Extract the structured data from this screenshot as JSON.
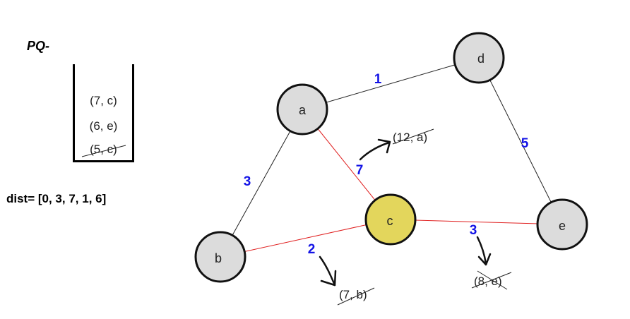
{
  "pq": {
    "title": "PQ-",
    "items": [
      {
        "text": "(7, c)",
        "crossed": false
      },
      {
        "text": "(6, e)",
        "crossed": false
      },
      {
        "text": "(5, c)",
        "crossed": true
      }
    ]
  },
  "dist_text": "dist= [0, 3, 7, 1, 6]",
  "colors": {
    "edge": "#222222",
    "relaxed_edge": "#e02020",
    "weight": "#1414e6",
    "node_fill": "#dcdcdc",
    "current_node_fill": "#e3d65c"
  },
  "graph": {
    "nodes": [
      {
        "id": "a",
        "label": "a",
        "current": false
      },
      {
        "id": "b",
        "label": "b",
        "current": false
      },
      {
        "id": "c",
        "label": "c",
        "current": true
      },
      {
        "id": "d",
        "label": "d",
        "current": false
      },
      {
        "id": "e",
        "label": "e",
        "current": false
      }
    ],
    "edges": [
      {
        "from": "a",
        "to": "d",
        "weight": "1",
        "relaxed": false
      },
      {
        "from": "d",
        "to": "e",
        "weight": "5",
        "relaxed": false
      },
      {
        "from": "a",
        "to": "b",
        "weight": "3",
        "relaxed": false
      },
      {
        "from": "a",
        "to": "c",
        "weight": "7",
        "relaxed": true
      },
      {
        "from": "b",
        "to": "c",
        "weight": "2",
        "relaxed": true
      },
      {
        "from": "c",
        "to": "e",
        "weight": "3",
        "relaxed": true
      }
    ],
    "annotations": [
      {
        "text": "(12, a)",
        "crossed": true
      },
      {
        "text": "(7, b)",
        "crossed": true
      },
      {
        "text": "(8, e)",
        "crossed": true
      }
    ]
  }
}
